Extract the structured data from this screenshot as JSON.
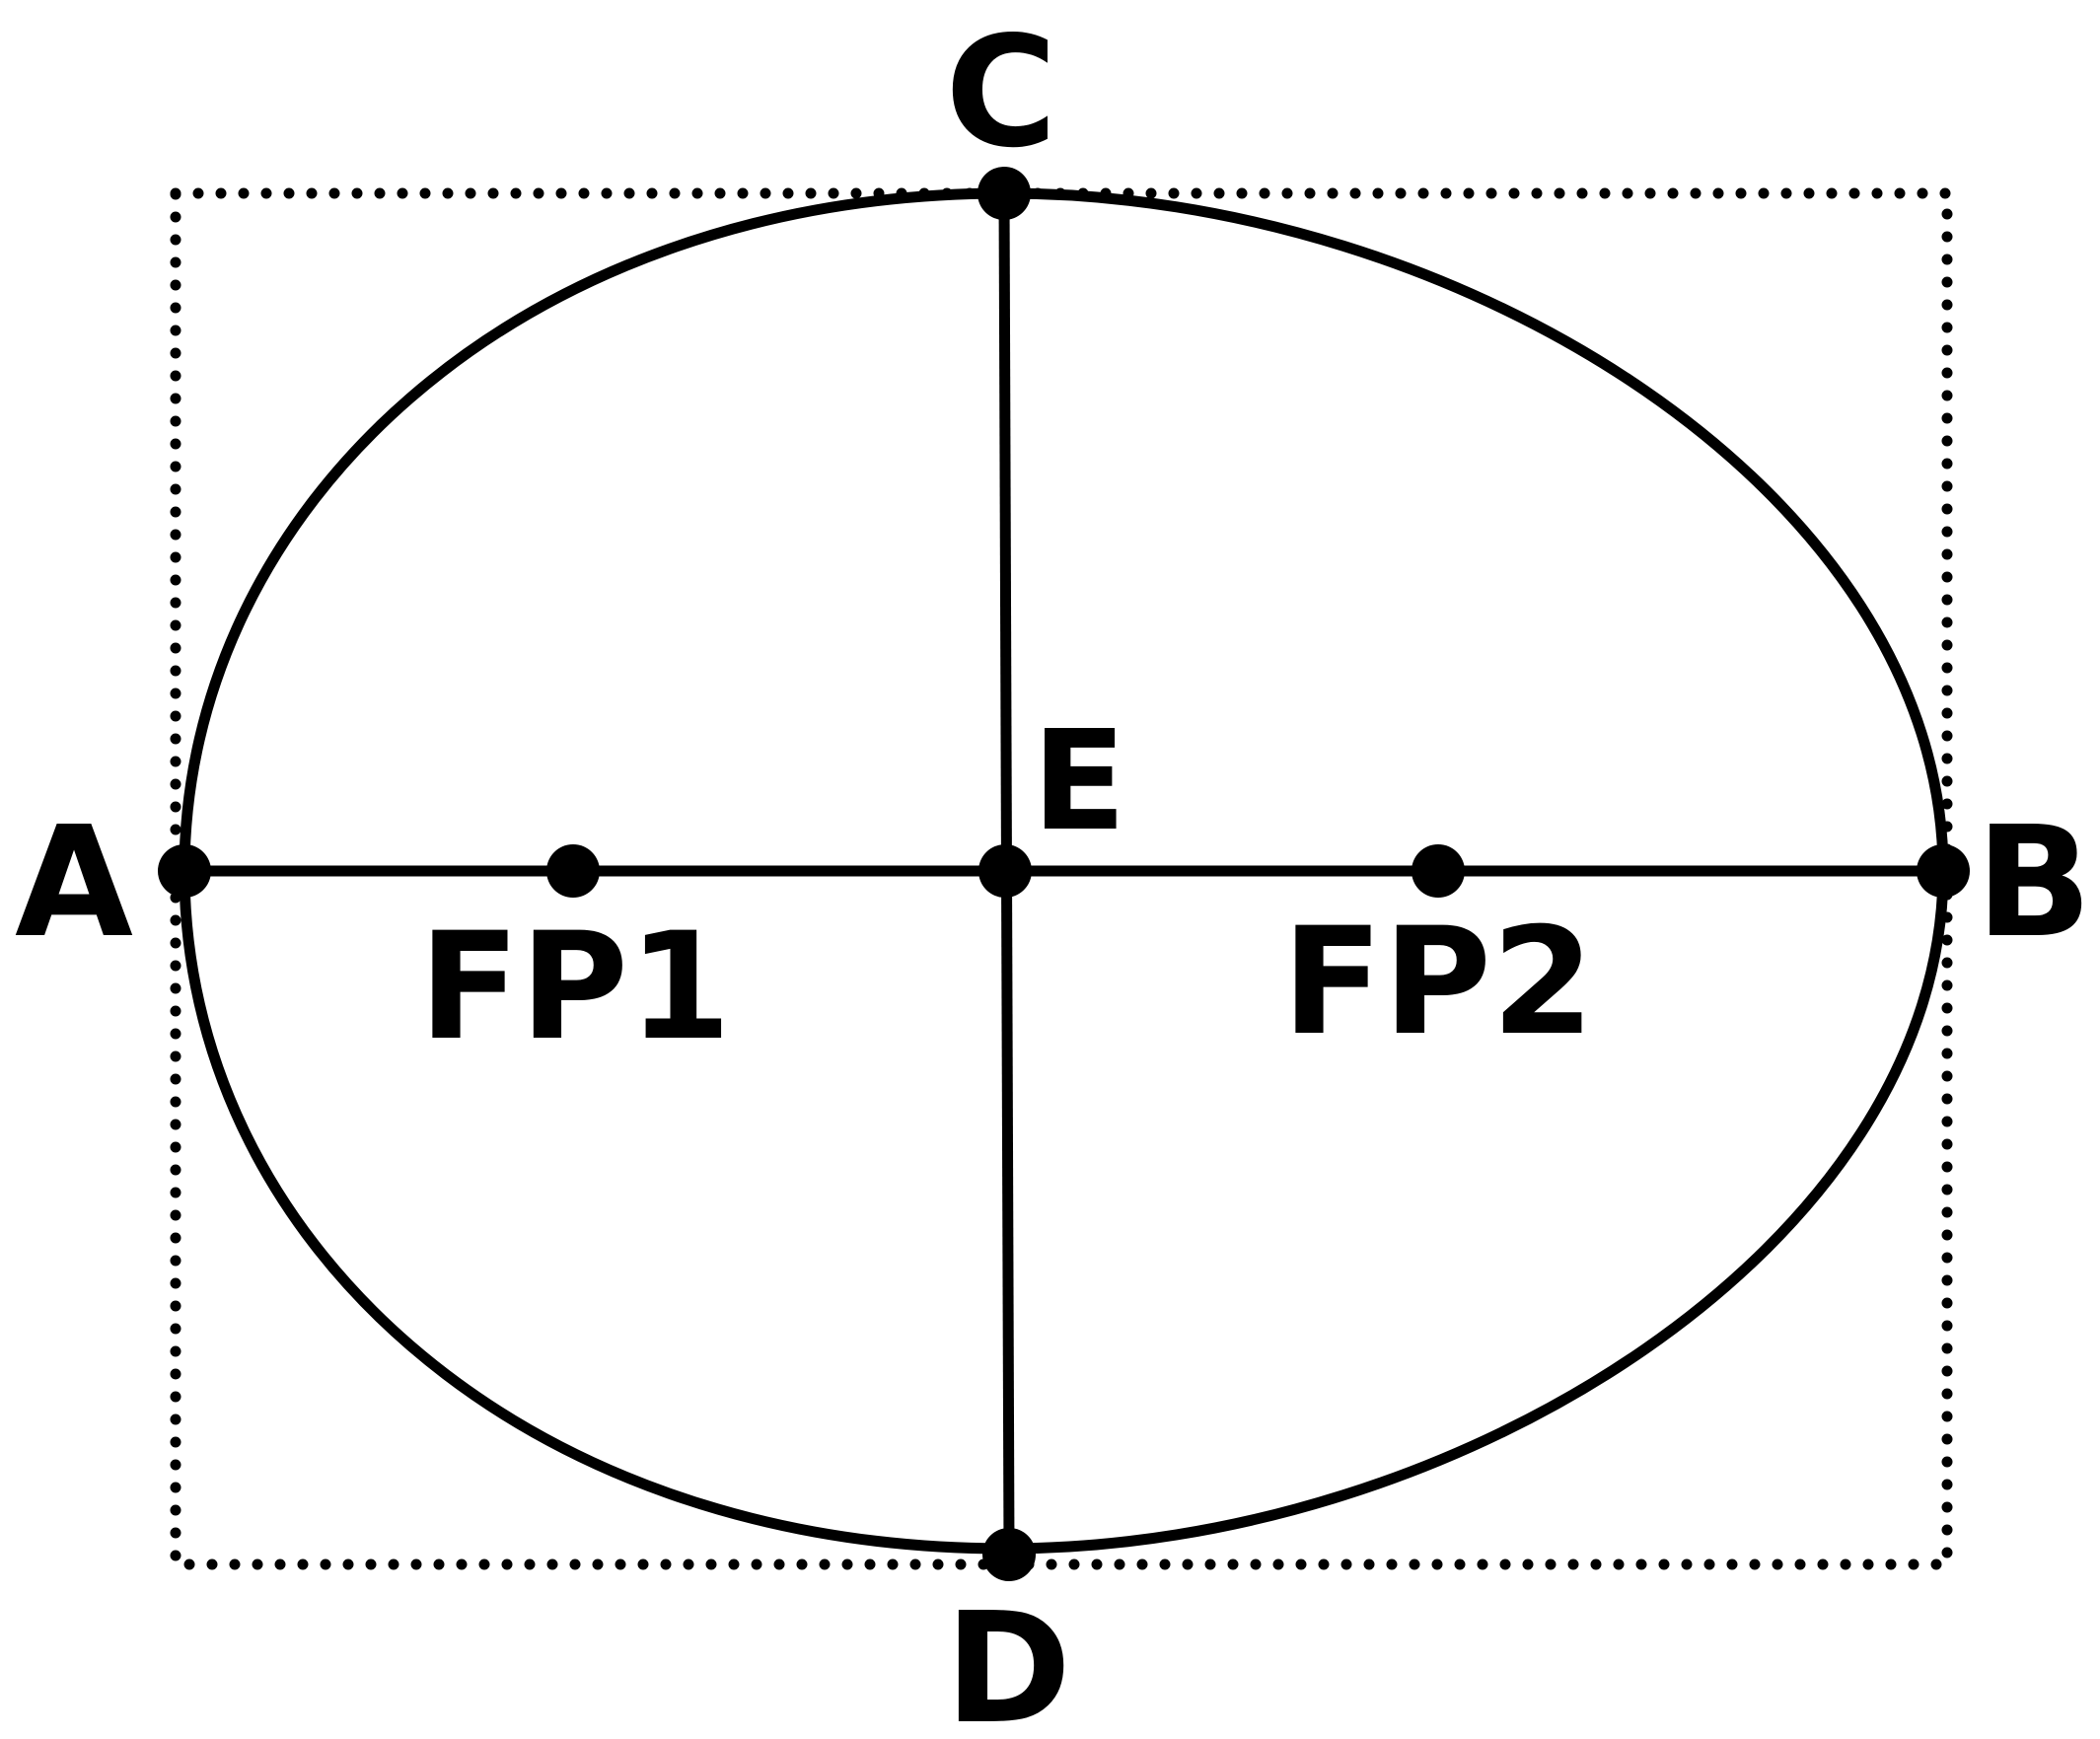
{
  "labels": {
    "a": "A",
    "b": "B",
    "c": "C",
    "d": "D",
    "e": "E",
    "fp1": "FP1",
    "fp2": "FP2"
  },
  "colors": {
    "stroke": "#000000",
    "background": "#ffffff"
  }
}
